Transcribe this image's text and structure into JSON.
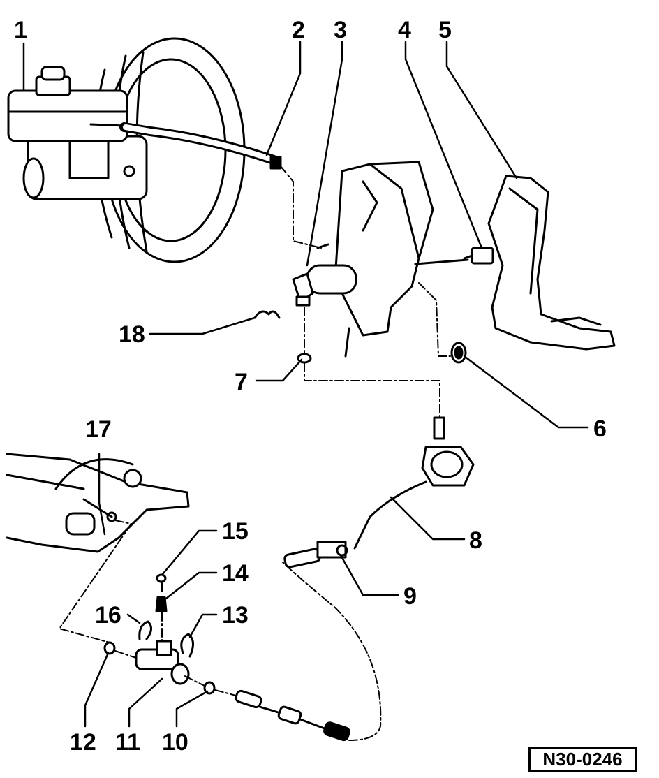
{
  "diagram": {
    "callouts": [
      {
        "id": "1",
        "label": "1"
      },
      {
        "id": "2",
        "label": "2"
      },
      {
        "id": "3",
        "label": "3"
      },
      {
        "id": "4",
        "label": "4"
      },
      {
        "id": "5",
        "label": "5"
      },
      {
        "id": "6",
        "label": "6"
      },
      {
        "id": "7",
        "label": "7"
      },
      {
        "id": "8",
        "label": "8"
      },
      {
        "id": "9",
        "label": "9"
      },
      {
        "id": "10",
        "label": "10"
      },
      {
        "id": "11",
        "label": "11"
      },
      {
        "id": "12",
        "label": "12"
      },
      {
        "id": "13",
        "label": "13"
      },
      {
        "id": "14",
        "label": "14"
      },
      {
        "id": "15",
        "label": "15"
      },
      {
        "id": "16",
        "label": "16"
      },
      {
        "id": "17",
        "label": "17"
      },
      {
        "id": "18",
        "label": "18"
      }
    ],
    "reference": "N30-0246"
  }
}
